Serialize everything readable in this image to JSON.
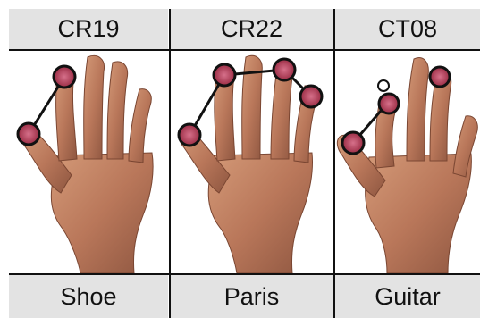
{
  "columns": [
    {
      "header": "CR19",
      "footer": "Shoe"
    },
    {
      "header": "CR22",
      "footer": "Paris"
    },
    {
      "header": "CT08",
      "footer": "Guitar"
    }
  ],
  "colors": {
    "header_bg": "#e3e3e3",
    "grid_line": "#111111",
    "skin": "#b9775a",
    "touch_marker": "#c0304a"
  },
  "icons": [
    "hand-image",
    "touch-point-marker",
    "touch-connector-line",
    "hover-point-marker"
  ]
}
